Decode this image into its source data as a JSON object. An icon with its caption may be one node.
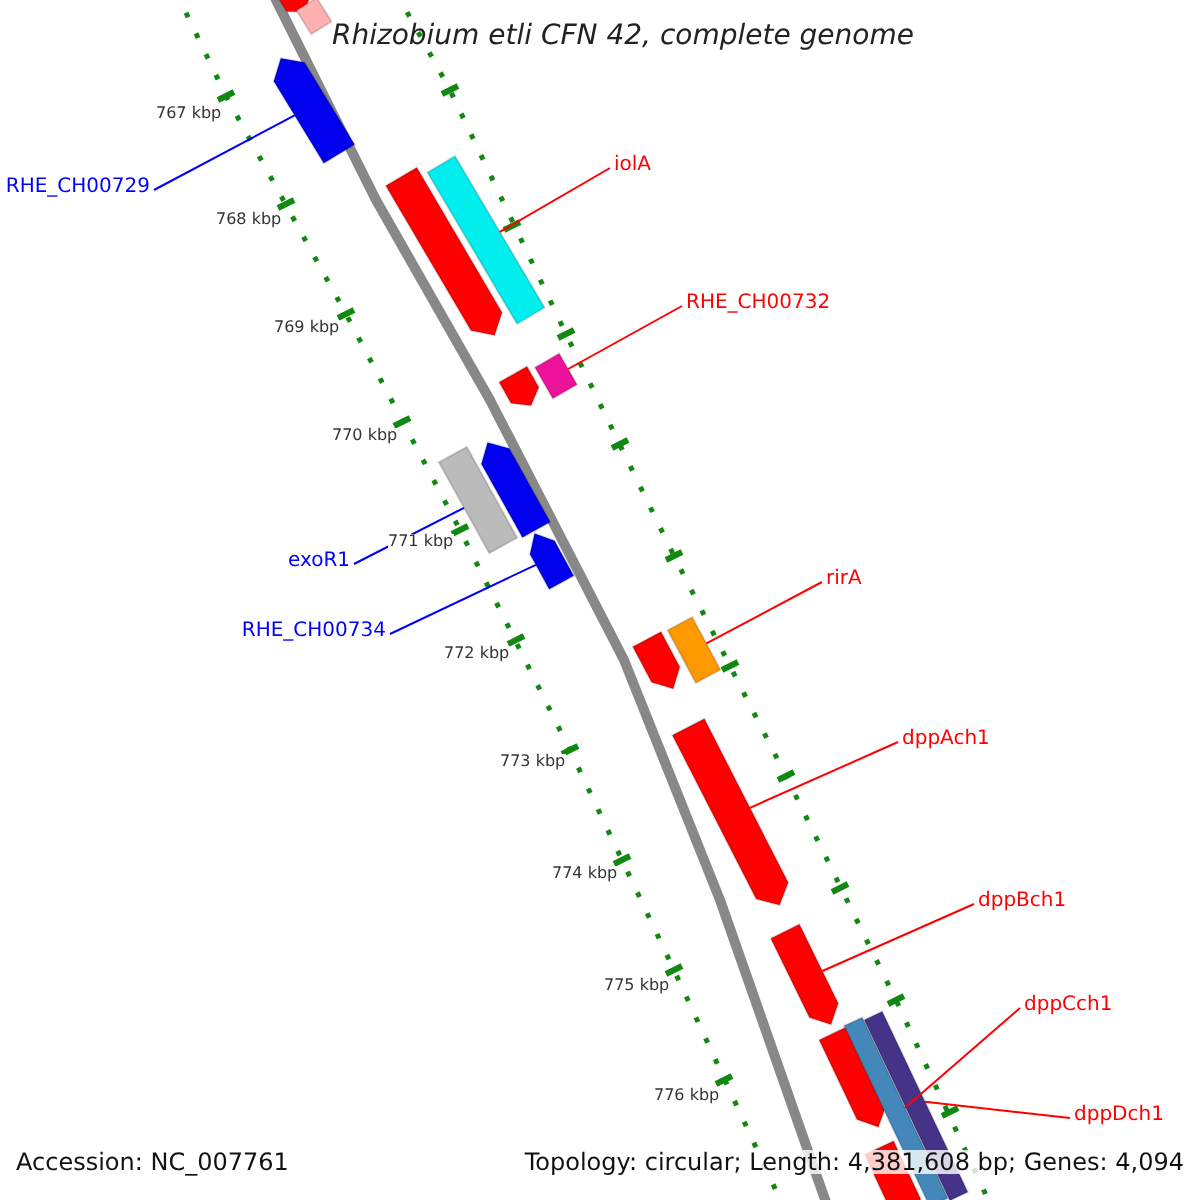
{
  "diagram": {
    "title": "Rhizobium etli CFN 42, complete genome",
    "nodes": [
      {
        "text": [
          "RHE_CH00729"
        ]
      },
      {
        "text": [
          "iolA"
        ]
      },
      {
        "text": [
          "RHE_CH00732"
        ]
      },
      {
        "text": [
          "exoR1"
        ]
      },
      {
        "text": [
          "RHE_CH00734"
        ]
      },
      {
        "text": [
          "rirA"
        ]
      },
      {
        "text": [
          "dppAch1"
        ]
      },
      {
        "text": [
          "dppBch1"
        ]
      },
      {
        "text": [
          "dppCch1"
        ]
      },
      {
        "text": [
          "dppDch1"
        ]
      },
      {
        "text": [],
        "shape": "bar"
      },
      {
        "text": [],
        "shape": "bar"
      },
      {
        "text": [],
        "shape": "bar"
      },
      {
        "text": [],
        "shape": "bar"
      },
      {
        "text": [],
        "shape": "bar"
      },
      {
        "text": [],
        "shape": "bar"
      },
      {
        "text": [],
        "shape": "bar"
      },
      {
        "text": [],
        "shape": "bar"
      },
      {
        "text": [],
        "shape": "bar"
      },
      {
        "text": [],
        "shape": "bar"
      },
      {
        "text": [],
        "shape": "bar"
      },
      {
        "text": [],
        "shape": "bar"
      },
      {
        "text": [],
        "shape": "bar"
      },
      {
        "text": [],
        "shape": "bar"
      },
      {
        "text": [],
        "shape": "bar"
      },
      {
        "text": [],
        "shape": "bar"
      },
      {
        "text": [],
        "shape": "bar"
      },
      {
        "text": [],
        "shape": "bar"
      }
    ],
    "edges": [
      {
        "from": 0,
        "to": 12,
        "arrow": "none",
        "color": "#0000ff"
      },
      {
        "from": 1,
        "to": 14,
        "arrow": "none"
      },
      {
        "from": 2,
        "to": 16,
        "arrow": "none"
      },
      {
        "from": 3,
        "to": 17,
        "arrow": "none",
        "color": "#0000ff"
      },
      {
        "from": 4,
        "to": 19,
        "arrow": "none",
        "color": "#0000ff"
      },
      {
        "from": 5,
        "to": 21,
        "arrow": "none"
      },
      {
        "from": 6,
        "to": 22,
        "arrow": "none"
      },
      {
        "from": 7,
        "to": 23,
        "arrow": "none"
      },
      {
        "from": 8,
        "to": 25,
        "arrow": "none"
      },
      {
        "from": 9,
        "to": 26,
        "arrow": "none"
      }
    ],
    "labels": [
      "767 kbp",
      "768 kbp",
      "769 kbp",
      "770 kbp",
      "771 kbp",
      "772 kbp",
      "773 kbp",
      "774 kbp",
      "775 kbp",
      "776 kbp",
      "Accession: NC_007761",
      "Topology: circular; Length: 4,381,608 bp; Genes: 4,094"
    ]
  }
}
